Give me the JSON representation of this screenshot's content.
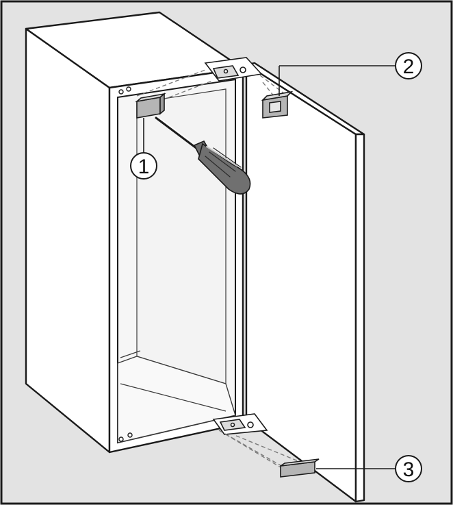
{
  "colors": {
    "background": "#e3e3e3",
    "outline": "#1a1a1a",
    "panel": "#ffffff",
    "interior": "#f6f6f6",
    "part_fill": "#b5b5b5",
    "dashed": "#7a7a7a"
  },
  "callouts": [
    {
      "label": "1"
    },
    {
      "label": "2"
    },
    {
      "label": "3"
    }
  ]
}
